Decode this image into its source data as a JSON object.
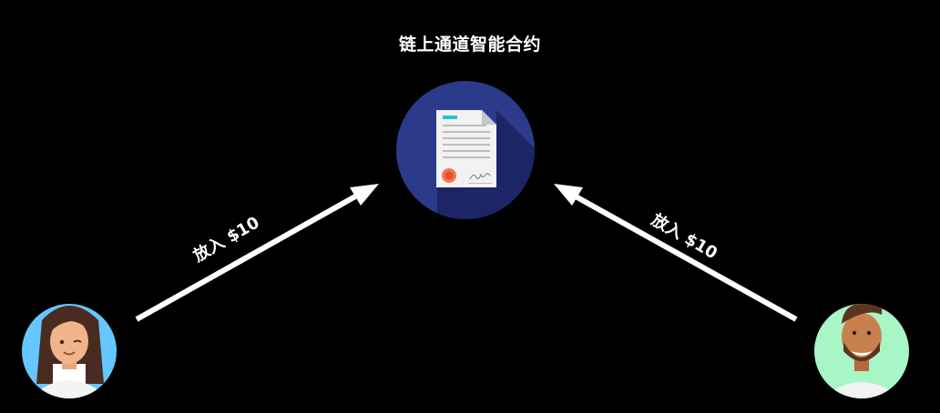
{
  "diagram": {
    "title": "链上通道智能合约",
    "left_label": "放入 $10",
    "right_label": "放入 $10",
    "contract_icon": "contract-document-icon",
    "left_participant_icon": "woman-avatar-icon",
    "right_participant_icon": "man-avatar-icon"
  },
  "colors": {
    "background": "#000000",
    "contract_circle": "#2b3a8a",
    "contract_shadow": "#1c2566",
    "left_avatar_bg": "#66c6ff",
    "right_avatar_bg": "#a8f5c6",
    "arrow": "#ffffff"
  }
}
